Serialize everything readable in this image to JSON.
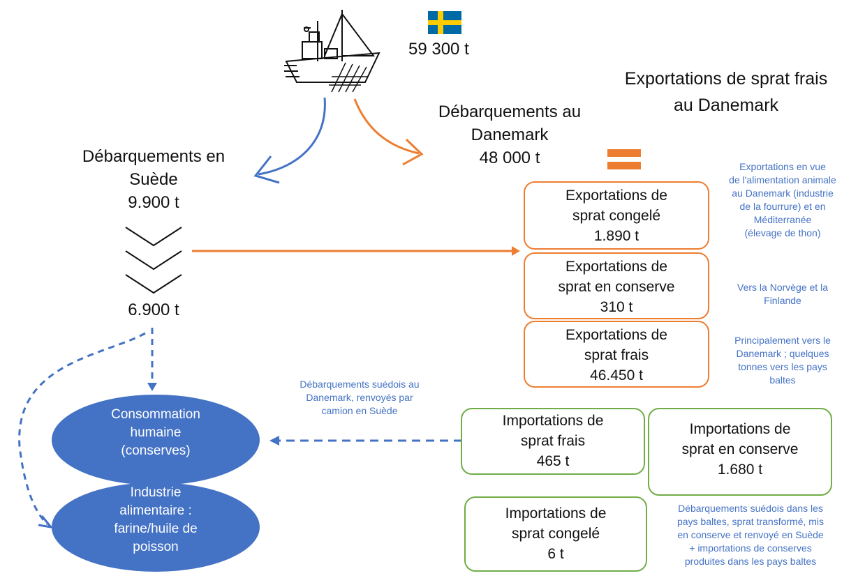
{
  "sweden_total": "59 300 t",
  "colors": {
    "sweden_blue": "#006AA7",
    "sweden_yellow": "#FECC00",
    "orange": "#ED7D31",
    "blue": "#4472C4",
    "green": "#70AD47"
  },
  "icons": {
    "boat": "fishing-boat-icon",
    "flag": "sweden-flag-icon",
    "equals": "equals-icon"
  },
  "landings_sweden": {
    "lines": [
      "Débarquements en",
      "Suède"
    ],
    "value": "9.900 t"
  },
  "after_export": "6.900 t",
  "landings_denmark": {
    "lines": [
      "Débarquements au",
      "Danemark"
    ],
    "value": "48 000 t"
  },
  "fresh_exports_title": [
    "Exportations de sprat frais",
    "au Danemark"
  ],
  "exports": [
    {
      "lines": [
        "Exportations de",
        "sprat congelé"
      ],
      "value": "1.890 t",
      "note": [
        "Exportations en vue",
        "de l'alimentation animale",
        "au Danemark (industrie",
        "de la fourrure) et en",
        "Méditerranée",
        "(élevage de thon)"
      ]
    },
    {
      "lines": [
        "Exportations de",
        "sprat en conserve"
      ],
      "value": "310 t",
      "note": [
        "Vers la Norvège et la",
        "Finlande"
      ]
    },
    {
      "lines": [
        "Exportations de",
        "sprat frais"
      ],
      "value": "46.450 t",
      "note": [
        "Principalement vers le",
        "Danemark ; quelques",
        "tonnes vers les pays",
        "baltes"
      ]
    }
  ],
  "imports": [
    {
      "lines": [
        "Importations de",
        "sprat frais"
      ],
      "value": "465 t"
    },
    {
      "lines": [
        "Importations de",
        "sprat en conserve"
      ],
      "value": "1.680 t"
    },
    {
      "lines": [
        "Importations de",
        "sprat congelé"
      ],
      "value": "6 t"
    }
  ],
  "imports_fresh_note": [
    "Débarquements suédois au",
    "Danemark, renvoyés par",
    "camion en Suède"
  ],
  "imports_canned_note": [
    "Débarquements suédois dans les",
    "pays baltes, sprat transformé, mis",
    "en conserve et renvoyé en Suède",
    "+ importations de conserves",
    "produites dans les pays baltes"
  ],
  "consumption": [
    "Consommation",
    "humaine",
    "(conserves)"
  ],
  "industry": [
    "Industrie",
    "alimentaire :",
    "farine/huile de",
    "poisson"
  ]
}
